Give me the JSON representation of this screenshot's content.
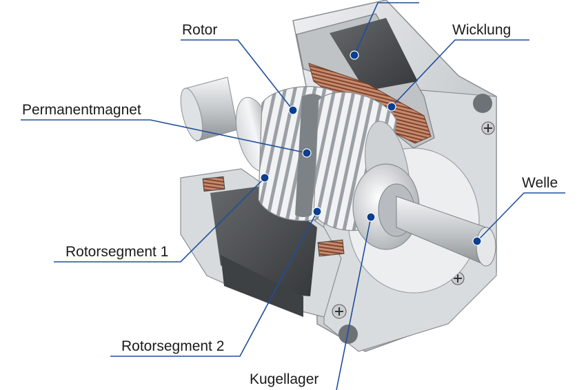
{
  "labels": {
    "rotor": "Rotor",
    "wicklung": "Wicklung",
    "permanentmagnet": "Permanentmagnet",
    "welle": "Welle",
    "rotorsegment_1": "Rotorsegment 1",
    "rotorsegment_2": "Rotorsegment 2",
    "kugellager": "Kugellager"
  },
  "colors": {
    "leader": "#1e4e9a",
    "dot": "#0b3f8f",
    "housing": "#cfd3d6",
    "stator": "#4a4d50",
    "copper": "#b06a4c",
    "teeth": "#e6e8ea"
  }
}
